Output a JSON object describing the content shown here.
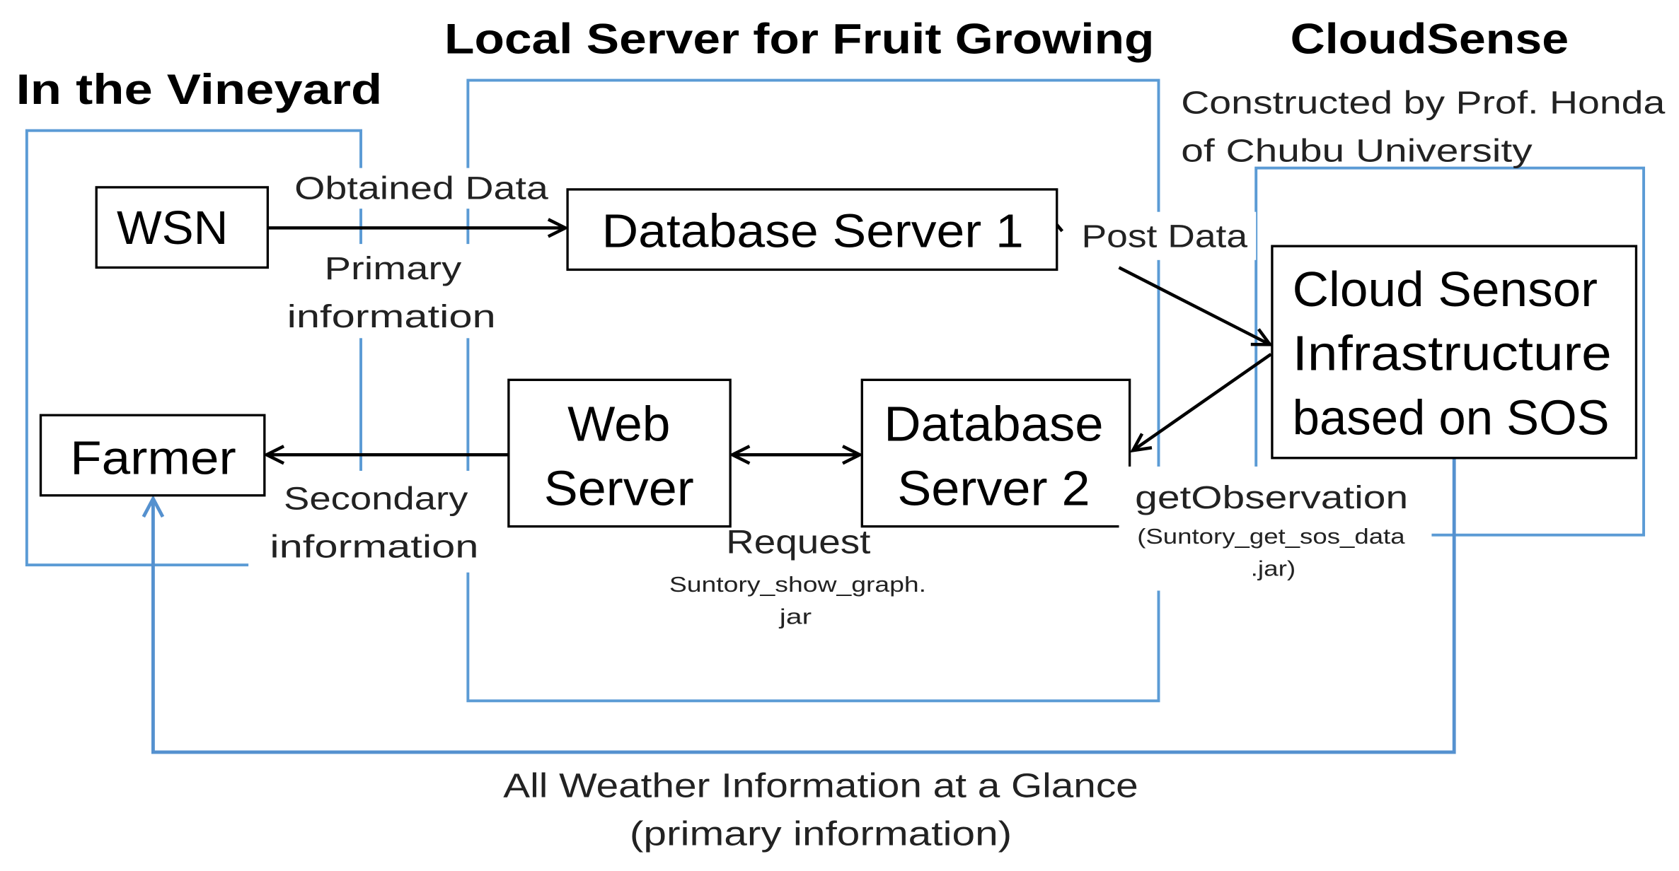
{
  "headings": {
    "vineyard": "In the Vineyard",
    "local_server": "Local Server for Fruit Growing",
    "cloudsense": "CloudSense"
  },
  "cloudsense_credit": {
    "line1": "Constructed by Prof. Honda",
    "line2": "of Chubu University"
  },
  "nodes": {
    "wsn": "WSN",
    "db_server_1": "Database Server 1",
    "cloud_sensor": [
      "Cloud Sensor",
      "Infrastructure",
      "based on SOS"
    ],
    "web_server": [
      "Web",
      "Server"
    ],
    "db_server_2": [
      "Database",
      "Server 2"
    ],
    "farmer": "Farmer"
  },
  "edges": {
    "obtained_data": "Obtained Data",
    "primary_information": [
      "Primary",
      "information"
    ],
    "post_data": "Post Data",
    "secondary_information": [
      "Secondary",
      "information"
    ],
    "request": "Request",
    "request_jar": [
      "Suntory_show_graph.",
      "jar"
    ],
    "get_observation": "getObservation",
    "get_observation_jar": [
      "(Suntory_get_sos_data",
      ".jar)"
    ],
    "all_weather": [
      "All Weather Information at a Glance",
      "(primary information)"
    ]
  },
  "colors": {
    "container_border": "#5b9bd5",
    "feedback_arrow": "#5591cf",
    "node_border": "#000000"
  }
}
